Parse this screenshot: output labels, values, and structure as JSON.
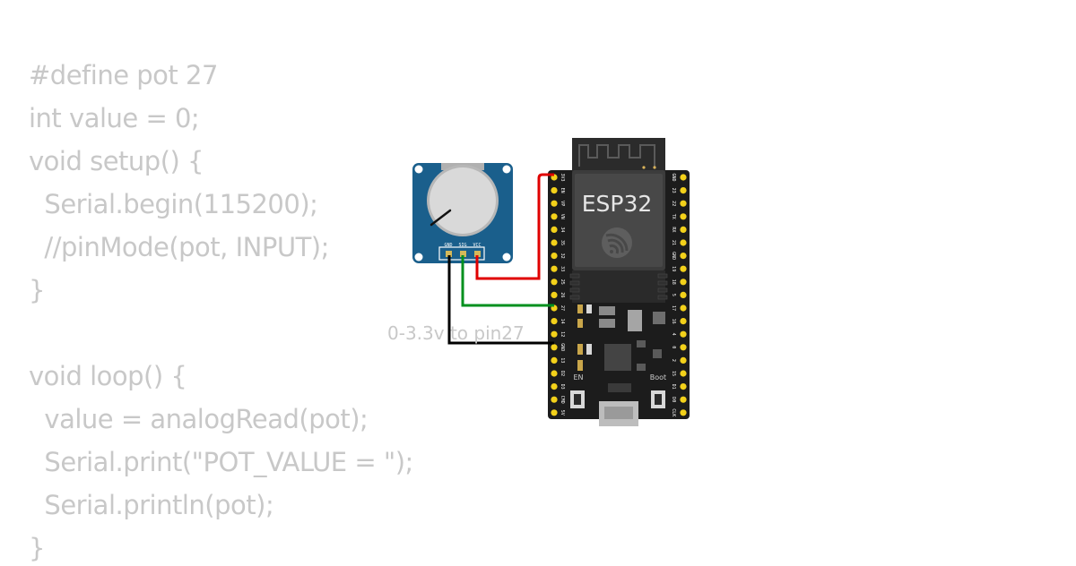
{
  "code": {
    "lines": [
      "#define pot 27",
      "int value = 0;",
      "void setup() {",
      "  Serial.begin(115200);",
      "  //pinMode(pot, INPUT);",
      "}",
      "",
      "void loop() {",
      "  value = analogRead(pot);",
      "  Serial.print(\"POT_VALUE = \");",
      "  Serial.println(pot);",
      "}"
    ]
  },
  "potentiometer": {
    "pins": [
      "GND",
      "SIG",
      "VCC"
    ]
  },
  "esp32": {
    "title": "ESP32",
    "left_pins": [
      "3V3",
      "EN",
      "VP",
      "VN",
      "34",
      "35",
      "32",
      "33",
      "25",
      "26",
      "27",
      "14",
      "12",
      "GND",
      "13",
      "D2",
      "D3",
      "CMD",
      "5V"
    ],
    "right_pins": [
      "GND",
      "23",
      "22",
      "TX",
      "RX",
      "21",
      "GND",
      "19",
      "18",
      "5",
      "17",
      "16",
      "4",
      "0",
      "2",
      "15",
      "D1",
      "D0",
      "CLK"
    ],
    "en_label": "EN",
    "boot_label": "Boot"
  },
  "annotation": "0-3.3v to pin27",
  "colors": {
    "code_text": "#c8c8c8",
    "board": "#1c1c1c",
    "pot_board": "#1a5f8c",
    "wire_vcc": "#e00000",
    "wire_sig": "#00901e",
    "wire_gnd": "#000000",
    "pin_pad": "#f3d11a"
  }
}
